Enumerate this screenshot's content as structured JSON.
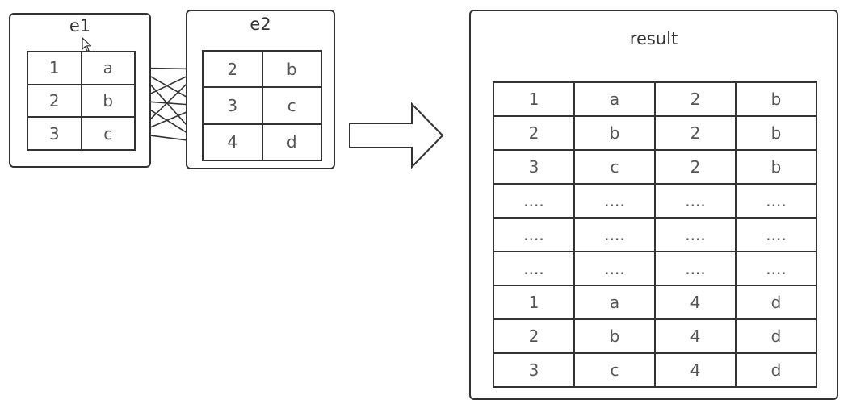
{
  "e1": {
    "title": "e1",
    "rows": [
      [
        "1",
        "a"
      ],
      [
        "2",
        "b"
      ],
      [
        "3",
        "c"
      ]
    ]
  },
  "e2": {
    "title": "e2",
    "rows": [
      [
        "2",
        "b"
      ],
      [
        "3",
        "c"
      ],
      [
        "4",
        "d"
      ]
    ]
  },
  "result": {
    "title": "result",
    "rows": [
      [
        "1",
        "a",
        "2",
        "b"
      ],
      [
        "2",
        "b",
        "2",
        "b"
      ],
      [
        "3",
        "c",
        "2",
        "b"
      ],
      [
        "....",
        "....",
        "....",
        "...."
      ],
      [
        "....",
        "....",
        "....",
        "...."
      ],
      [
        "....",
        "....",
        "....",
        "...."
      ],
      [
        "1",
        "a",
        "4",
        "d"
      ],
      [
        "2",
        "b",
        "4",
        "d"
      ],
      [
        "3",
        "c",
        "4",
        "d"
      ]
    ]
  },
  "icons": {
    "transform_arrow": "right-arrow-icon",
    "pointer": "mouse-cursor-icon"
  },
  "colors": {
    "stroke": "#333333",
    "text": "#555555"
  }
}
